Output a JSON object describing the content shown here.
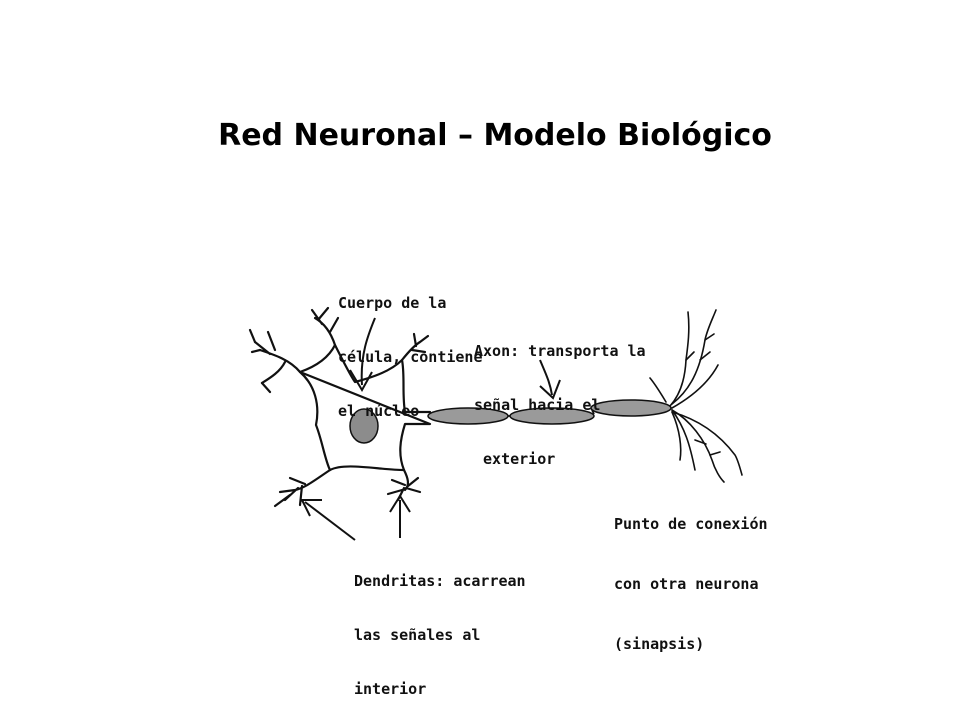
{
  "title": "Red Neuronal – Modelo Biológico",
  "labels": {
    "cell_body": [
      "Cuerpo de la",
      "célula, contiene",
      "el núcleo"
    ],
    "axon": [
      "Axon: transporta la",
      "señal hacia el",
      " exterior"
    ],
    "synapse": [
      "Punto de conexión",
      "con otra neurona",
      "(sinapsis)"
    ],
    "dendrites": [
      "Dendritas: acarrean",
      "las señales al",
      "interior"
    ]
  }
}
